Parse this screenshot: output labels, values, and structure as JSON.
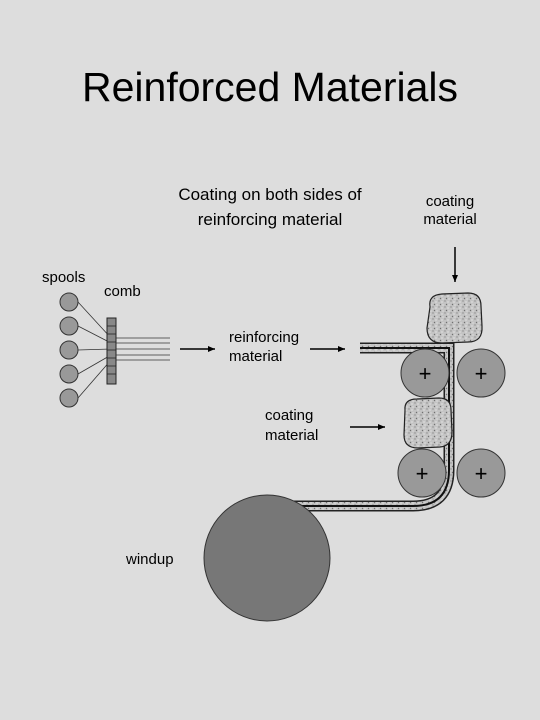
{
  "title": "Reinforced Materials",
  "labels": {
    "caption_line1": "Coating on both sides of",
    "caption_line2": "reinforcing material",
    "coating_top_1": "coating",
    "coating_top_2": "material",
    "spools": "spools",
    "comb": "comb",
    "reinforcing_1": "reinforcing",
    "reinforcing_2": "material",
    "coating_mid_1": "coating",
    "coating_mid_2": "material",
    "windup": "windup",
    "plus": "+"
  },
  "colors": {
    "background": "#dddddd",
    "roller": "#999999",
    "windup": "#777777",
    "coating_blob": "#bfbfbf",
    "comb": "#888888"
  }
}
